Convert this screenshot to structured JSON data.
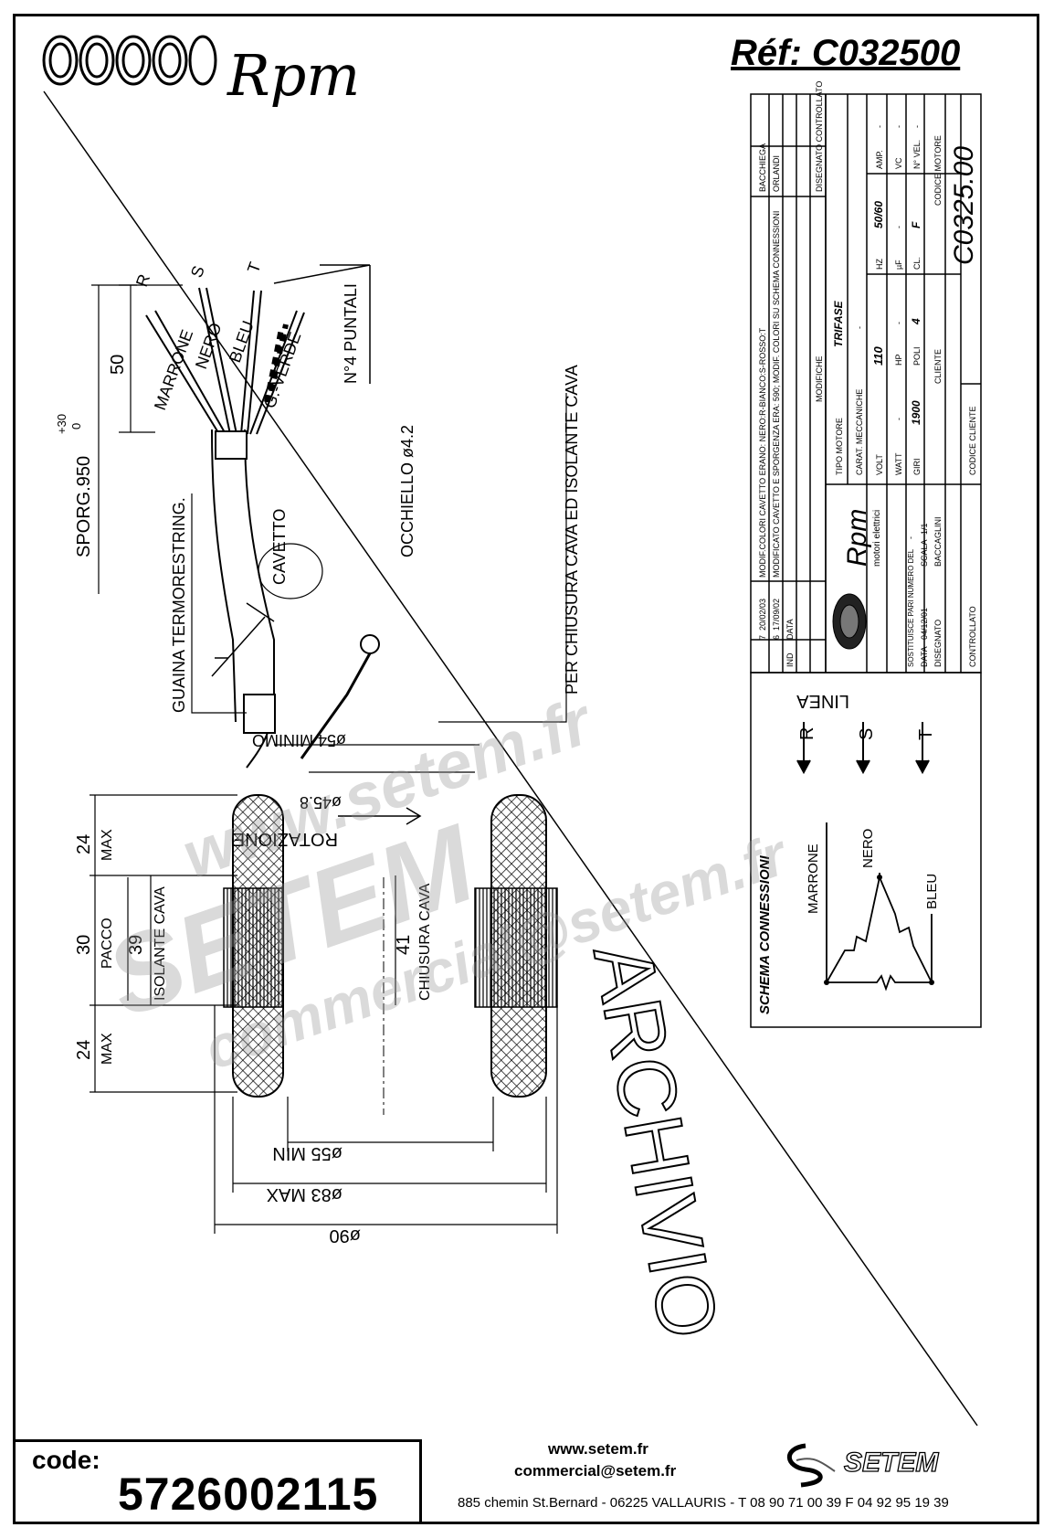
{
  "header": {
    "brand": "Rpm",
    "reference": "Réf:  C032500"
  },
  "drawing_labels": {
    "wire_r": "R",
    "wire_s": "S",
    "wire_t": "T",
    "marrone": "MARRONE",
    "nero": "NERO",
    "bleu": "BLEU",
    "gverde": "G.-VERDE",
    "puntali": "N°4 PUNTALI",
    "dim_50": "50",
    "sporg": "SPORG.950",
    "sporg_tol_plus": "+30",
    "sporg_tol_zero": "0",
    "guaina": "GUAINA TERMORESTRING.",
    "cavetto": "CAVETTO",
    "occhiello": "OCCHIELLO ø4.2",
    "per_chiusura": "PER CHIUSURA CAVA ED ISOLANTE CAVA",
    "min54": "ø54 MINIMO",
    "d45": "ø45.8",
    "rotazione": "ROTAZIONE",
    "dim24_top": "24",
    "max_top": "MAX",
    "dim30": "30",
    "pacco": "PACCO",
    "dim39": "39",
    "isolante_cava": "ISOLANTE CAVA",
    "dim41": "41",
    "chiusura_cava": "CHIUSURA CAVA",
    "dim24_bot": "24",
    "max_bot": "MAX",
    "min55": "ø55 MIN",
    "max83": "ø83 MAX",
    "d90": "ø90",
    "archivio": "ARCHIVIO",
    "linea": "LINEA",
    "schema": "SCHEMA CONNESSIONI",
    "sc_marrone": "MARRONE",
    "sc_nero": "NERO",
    "sc_bleu": "BLEU",
    "line_r": "R",
    "line_s": "S",
    "line_t": "T"
  },
  "title_block": {
    "rev7_ind": "7",
    "rev7_date": "20/02/03",
    "rev7_text": "MODIF.COLORI CAVETTO ERANO: NERO:R-BIANCO:S-ROSSO:T",
    "rev6_ind": "6",
    "rev6_date": "17/09/02",
    "rev6_text": "MODIFICATO CAVETTO E SPORGENZA ERA: 590; MODIF. COLORI SU SCHEMA CONNESSIONI",
    "ind": "IND",
    "data": "DATA",
    "modifiche": "MODIFICHE",
    "dis7": "BACCHIEGA",
    "dis6": "ORLANDI",
    "disegnato_controllato": "DISEGNATO CONTROLLATO",
    "dash": "-",
    "tipo_motore": "TIPO MOTORE",
    "trifase": "TRIFASE",
    "carat_meccaniche": "CARAT. MECCANICHE",
    "carat_value": "-",
    "volt": "VOLT",
    "volt_value": "110",
    "hz": "HZ",
    "hz_value": "50/60",
    "amp": "AMP.",
    "amp_value": "-",
    "watt": "WATT",
    "watt_value": "-",
    "hp": "HP",
    "hp_value": "-",
    "uf": "µF",
    "uf_value": "-",
    "vc": "VC",
    "vc_value": "-",
    "giri": "GIRI",
    "giri_value": "1900",
    "poli": "POLI",
    "poli_value": "4",
    "cl": "CL.",
    "cl_value": "F",
    "nvel": "N° VEL.",
    "nvel_value": "-",
    "codice_motore": "CODICE MOTORE",
    "codice_motore_value": "C0325.00",
    "cliente": "CLIENTE",
    "codice_cliente": "CODICE CLIENTE",
    "brand": "Rpm",
    "brand_sub": "motori elettrici",
    "sostituisce": "SOSTITUISCE PARI NUMERO DEL",
    "sostituisce_value": "-",
    "data_label": "DATA",
    "data_value": "04/12/01",
    "scala": "SCALA",
    "scala_value": "1/1",
    "disegnato": "DISEGNATO",
    "disegnato_value": "BACCAGLINI",
    "controllato": "CONTROLLATO"
  },
  "watermark": {
    "line1": "www.setem.fr",
    "line2": "SETEM",
    "line3": "commercial@setem.fr"
  },
  "footer": {
    "code_label": "code:",
    "code_value": "5726002115",
    "website": "www.setem.fr",
    "email": "commercial@setem.fr",
    "address": "885 chemin St.Bernard  -  06225 VALLAURIS  -  T 08 90 71 00 39   F 04 92 95 19 39",
    "setem_logo": "SETEM"
  }
}
